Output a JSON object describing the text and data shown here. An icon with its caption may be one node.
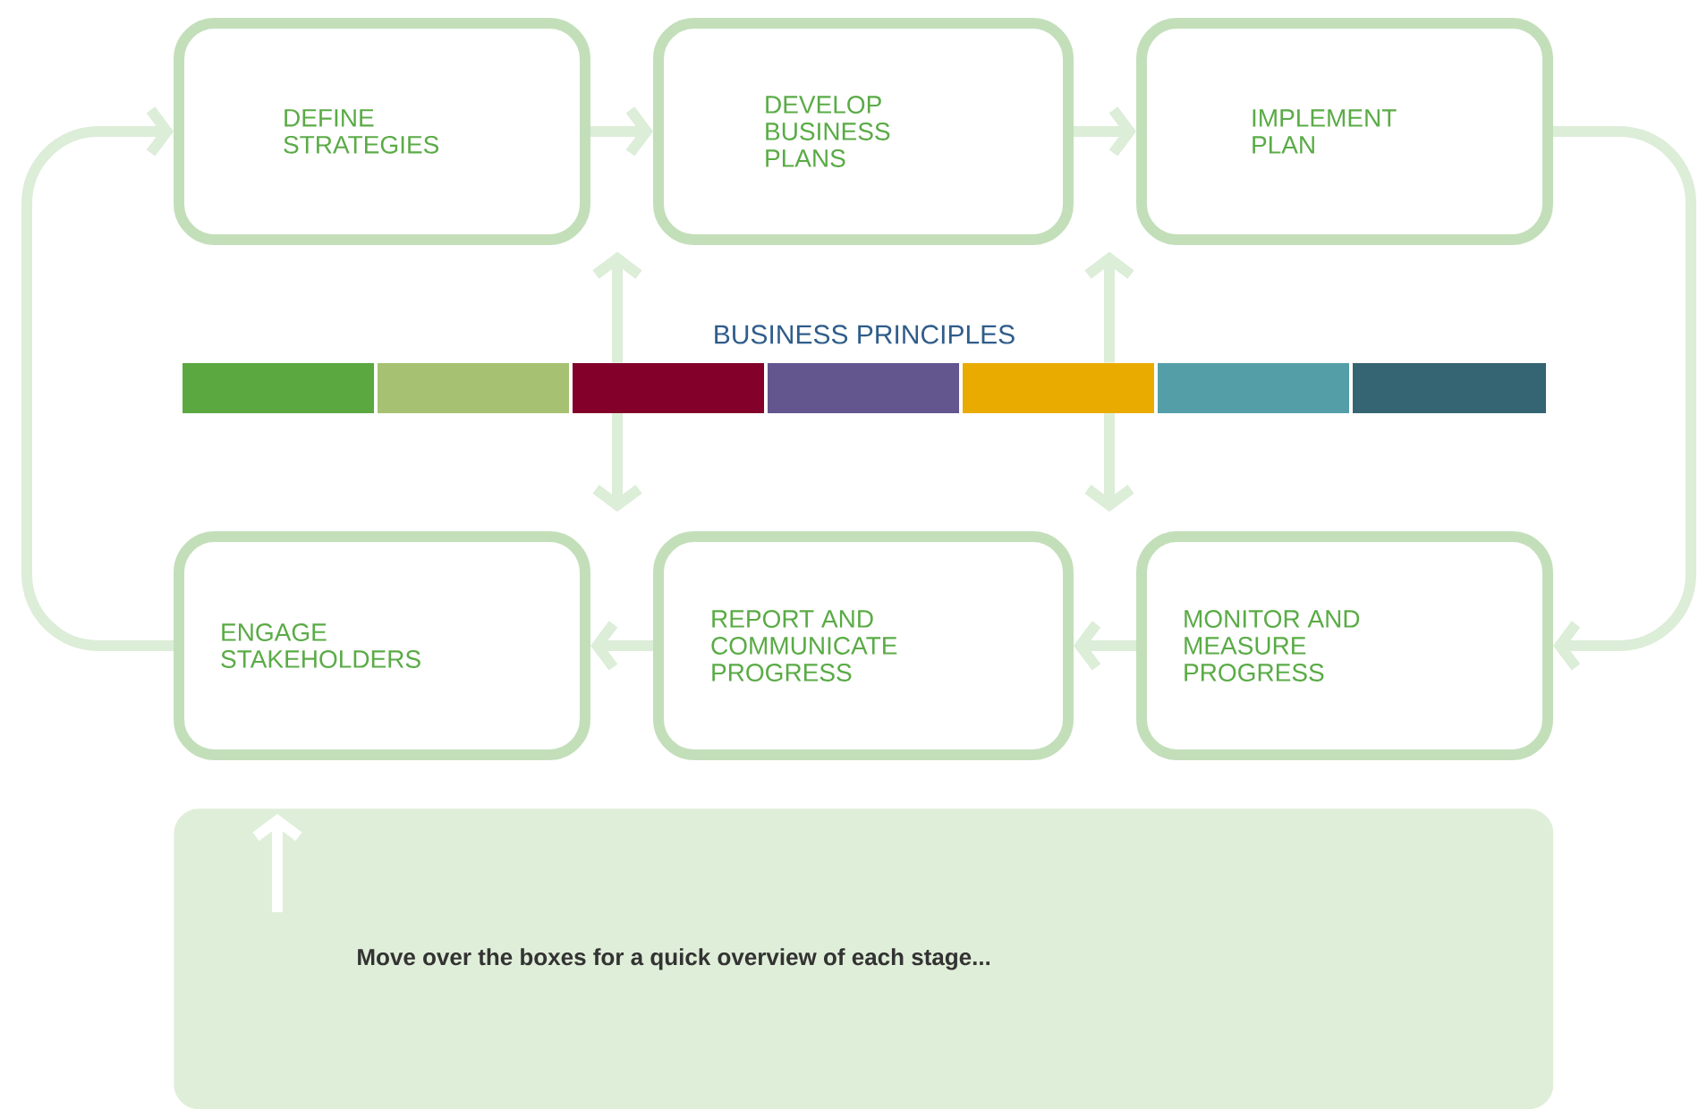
{
  "diagram": {
    "nodes": [
      {
        "text": [
          "DEFINE STRATEGIES"
        ]
      },
      {
        "text": [
          "DEVELOP BUSINESS PLANS"
        ]
      },
      {
        "text": [
          "IMPLEMENT PLAN"
        ]
      },
      {
        "text": [
          "BUSINESS PRINCIPLES"
        ]
      },
      {
        "text": [
          "ENGAGE STAKEHOLDERS"
        ]
      },
      {
        "text": [
          "REPORT AND COMMUNICATE PROGRESS"
        ]
      },
      {
        "text": [
          "MONITOR AND MEASURE PROGRESS"
        ]
      },
      {
        "text": [
          "Move over the boxes for a quick overview of each stage..."
        ]
      }
    ],
    "edges": [
      {
        "from": 0,
        "to": 1,
        "arrow": "to"
      },
      {
        "from": 1,
        "to": 2,
        "arrow": "to"
      },
      {
        "from": 2,
        "to": 6,
        "arrow": "to"
      },
      {
        "from": 6,
        "to": 5,
        "arrow": "to"
      },
      {
        "from": 5,
        "to": 4,
        "arrow": "to"
      },
      {
        "from": 4,
        "to": 0,
        "arrow": "to"
      },
      {
        "from": 3,
        "to": null,
        "arrow": "to"
      },
      {
        "from": 3,
        "to": null,
        "arrow": "to"
      },
      {
        "from": 3,
        "to": null,
        "arrow": "to"
      },
      {
        "from": 3,
        "to": null,
        "arrow": "to"
      },
      {
        "from": 7,
        "to": null,
        "arrow": "to",
        "color": "#ffffff"
      }
    ]
  }
}
